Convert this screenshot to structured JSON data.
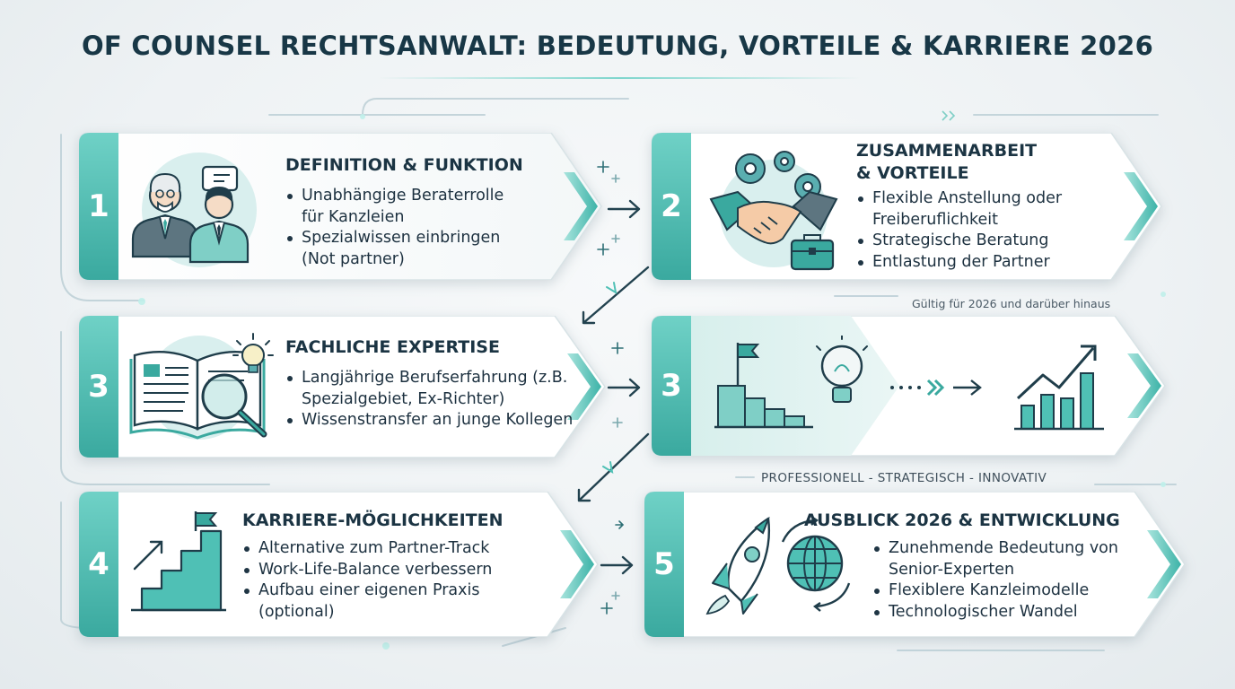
{
  "title": "OF COUNSEL RECHTSANWALT: BEDEUTUNG, VORTEILE & KARRIERE 2026",
  "colors": {
    "accent": "#4fc0b5",
    "accent_dark": "#2a8f88",
    "icon_stroke": "#1f3d4a",
    "title": "#183746"
  },
  "cards": [
    {
      "number": "1",
      "title": "DEFINITION & FUNKTION",
      "icon": "counsel-and-lawyer-icon",
      "bullets": [
        "Unabhängige Berater­rolle für Kanzleien",
        "Spezialwissen einbringen (Not partner)"
      ]
    },
    {
      "number": "2",
      "title": "ZUSAMMENARBEIT\n& VORTEILE",
      "icon": "handshake-gears-briefcase-icon",
      "bullets": [
        "Flexible Anstellung oder Freiberuflichkeit",
        "Strategische Beratung",
        "Entlastung der Partner"
      ]
    },
    {
      "number": "3",
      "title": "FACHLICHE EXPERTISE",
      "icon": "book-magnifier-lightbulb-icon",
      "bullets": [
        "Langjährige Berufserfahrung (z.B. Spezialgebiet, Ex-Richter)",
        "Wissenstransfer an junge Kollegen"
      ]
    },
    {
      "number": "3",
      "title": "",
      "icon": "stairs-idea-growth-icon",
      "bullets": []
    },
    {
      "number": "4",
      "title": "KARRIERE-MÖGLICHKEITEN",
      "icon": "career-stairs-flag-icon",
      "bullets": [
        "Alternative zum Partner-Track",
        "Work-Life-Balance verbessern",
        "Aufbau einer eigenen Praxis (optional)"
      ]
    },
    {
      "number": "5",
      "title": "AUSBLICK 2026 & ENTWICKLUNG",
      "icon": "rocket-globe-icon",
      "bullets": [
        "Zunehmende Bedeutung von Senior-Experten",
        "Flexiblere Kanzleimodelle",
        "Technologischer Wandel"
      ]
    }
  ],
  "notes": {
    "valid": "Gültig für 2026 und darüber hinaus",
    "tagline": "PROFESSIONELL - STRATEGISCH - INNOVATIV"
  }
}
